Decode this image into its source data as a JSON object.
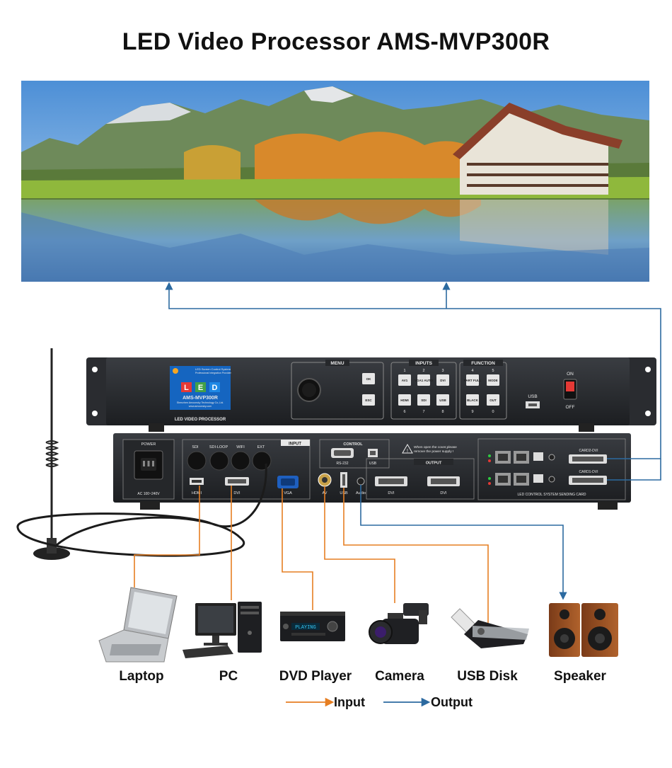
{
  "title": "LED Video Processor AMS-MVP300R",
  "front_panel": {
    "logo_line1": "LED Screen Control System",
    "logo_line2": "Professional Integration Provider",
    "led_letters": [
      "L",
      "E",
      "D"
    ],
    "model": "AMS-MVP300R",
    "company": "Shenzhen Amoonsky Technology Co.,Ltd.",
    "website": "www.amoonsky.com",
    "caption": "LED VIDEO PROCESSOR",
    "menu_label": "MENU",
    "menu_buttons": [
      "OK",
      "ESC"
    ],
    "inputs_label": "INPUTS",
    "input_numbers_top": [
      "1",
      "2",
      "3"
    ],
    "input_numbers_bottom": [
      "6",
      "7",
      "8"
    ],
    "input_buttons": [
      "AV1",
      "VGA1 AUTO",
      "DVI",
      "HDMI",
      "SDI",
      "USB"
    ],
    "function_label": "FUNCTION",
    "function_numbers_top": [
      "4",
      "5"
    ],
    "function_numbers_bottom": [
      "9",
      "0"
    ],
    "function_buttons": [
      "PART FULL",
      "MODE",
      "BLACK",
      "OUT"
    ],
    "usb_label": "USB",
    "switch_on": "ON",
    "switch_off": "OFF"
  },
  "rear_panel": {
    "power_label": "POWER",
    "power_rating": "AC 100~240V",
    "input_label": "INPUT",
    "input_ports": [
      "SDI",
      "SDI-LOOP",
      "WIFI",
      "EXT"
    ],
    "bottom_ports": [
      "HDMI",
      "DVI",
      "VGA",
      "AV",
      "USB",
      "Audio"
    ],
    "control_label": "CONTROL",
    "control_ports": [
      "RS-232",
      "USB"
    ],
    "warning_text_1": "When open the cover,please",
    "warning_text_2": "remove the power supply !",
    "output_label": "OUTPUT",
    "output_ports": [
      "DVI",
      "DVI"
    ],
    "card2": "CARD2-DVI",
    "card1": "CARD1-DVI",
    "sending_card": "LED CONTROL SYSTEM SENDING CARD"
  },
  "devices": {
    "laptop": "Laptop",
    "pc": "PC",
    "dvd_player": "DVD Player",
    "dvd_display": "PLAYING",
    "camera": "Camera",
    "usb_disk": "USB Disk",
    "speaker": "Speaker"
  },
  "legend": {
    "input": "Input",
    "output": "Output",
    "input_color": "#e67e22",
    "output_color": "#2c6aa0"
  }
}
